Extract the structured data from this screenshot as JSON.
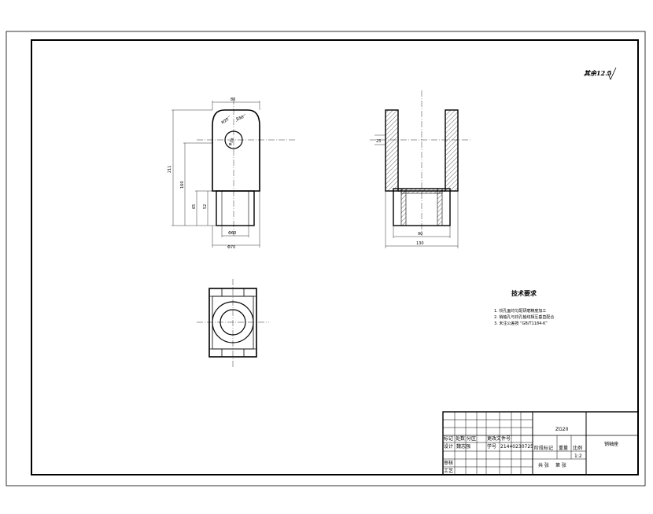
{
  "roughness_note": "其余12.5",
  "tech": {
    "title": "技术要求",
    "items": [
      "1. 铰孔面均匀配研磨精度加工",
      "2. 销轴孔与铰孔轴线相互垂直配合",
      "3. 未注公差按 “GB/T1184-K”"
    ]
  },
  "dims": {
    "top_width": "80",
    "r_top": "R20",
    "r_hole": "R50",
    "hole_dia": "Φ24",
    "total_h": "211",
    "body_h": "160",
    "neck_h": "65",
    "neck_h2": "52",
    "neck_w": "Φ60",
    "base_w": "Φ70",
    "side_gap": "90",
    "side_total": "130",
    "side_slot": "25"
  },
  "title_block": {
    "part_name": "ZG20",
    "drawing_no": "销轴座",
    "labels": [
      "标记",
      "处数",
      "分区",
      "更改文件号",
      "设计",
      "审核",
      "工艺",
      "阶段标记",
      "重量",
      "比例",
      "共 张",
      "第 张"
    ],
    "designer": "魏志强",
    "student_no": "21440230725",
    "role": "学号",
    "scale": "1:2"
  }
}
